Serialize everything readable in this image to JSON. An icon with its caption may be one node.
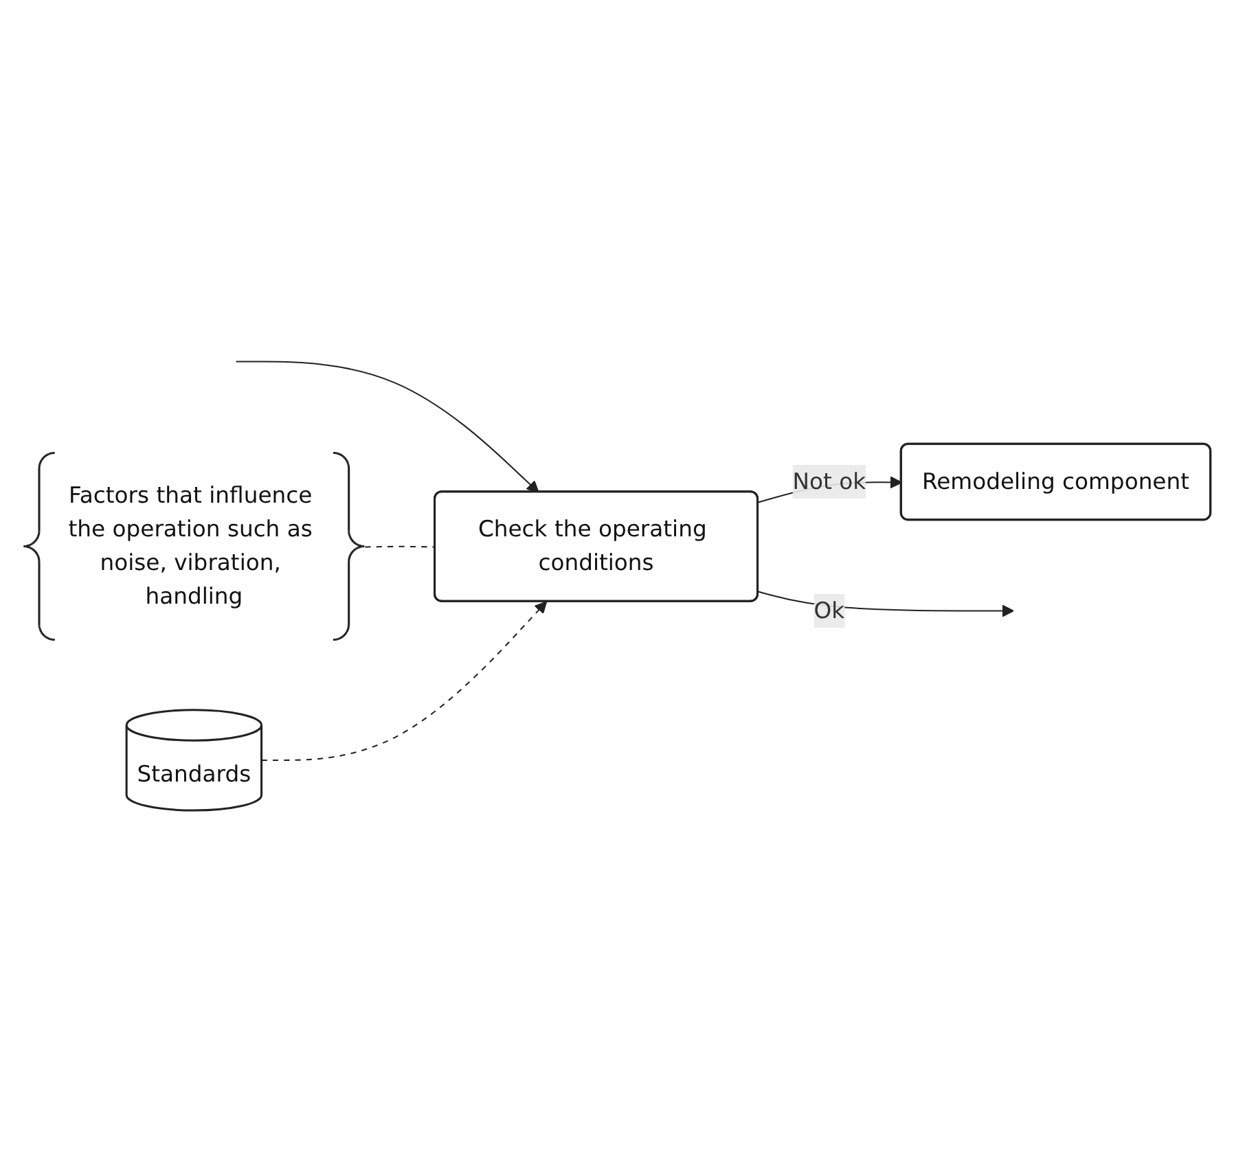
{
  "diagram": {
    "nodes": [
      {
        "text": [
          "Remodeling component"
        ]
      },
      {
        "text": [
          "Check the operating conditions"
        ]
      },
      {
        "text": [
          "Factors that influence the operation such as noise, vibration, handling"
        ]
      },
      {
        "text": [
          "Standards"
        ]
      }
    ],
    "edges": [
      {
        "from": null,
        "to": 1,
        "arrow": "to"
      },
      {
        "from": 1,
        "to": 0,
        "arrow": "to",
        "label": "Not ok"
      },
      {
        "from": 1,
        "to": null,
        "arrow": "to",
        "label": "Ok"
      },
      {
        "from": 2,
        "to": 1,
        "arrow": "none",
        "style": "dashed"
      },
      {
        "from": 3,
        "to": 1,
        "arrow": "to",
        "style": "dashed"
      }
    ]
  }
}
